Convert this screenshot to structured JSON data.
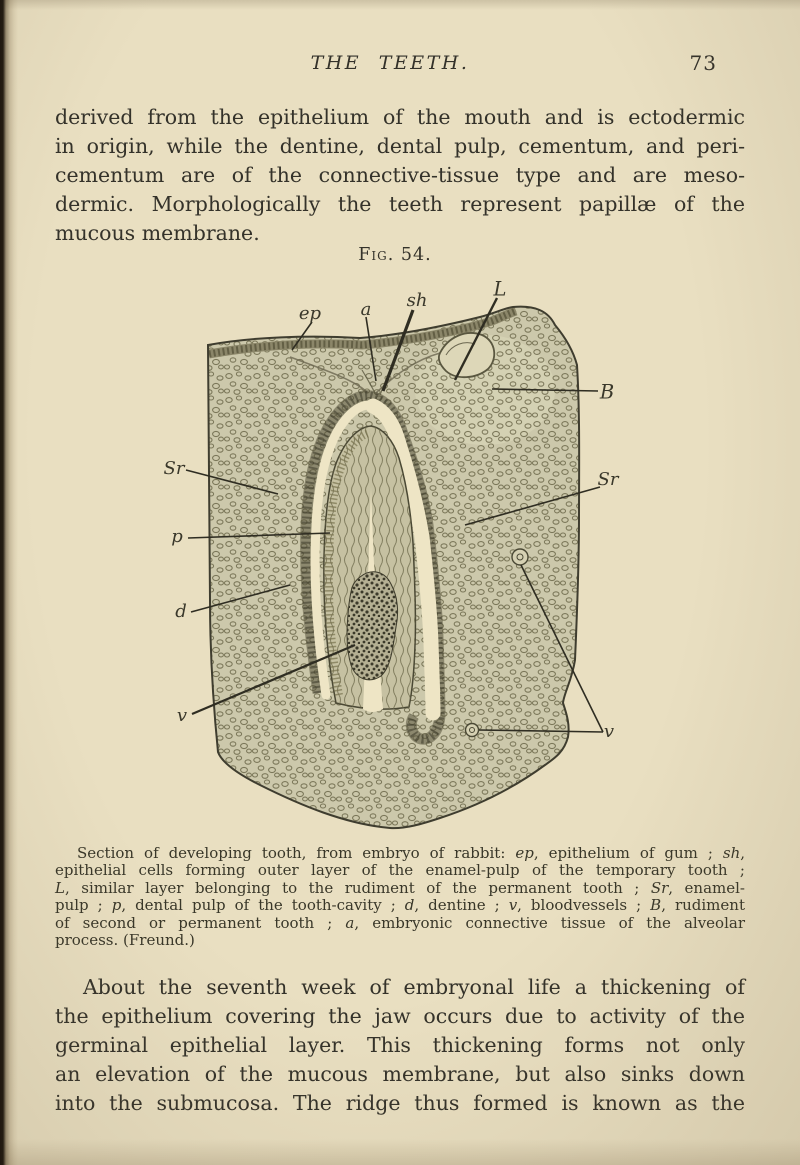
{
  "page": {
    "header": {
      "title": "THE TEETH.",
      "page_number": "73"
    },
    "paragraph1": {
      "lines": [
        "derived from the epithelium of the mouth and is ectodermic",
        "in origin, while the dentine, dental pulp, cementum, and peri-",
        "cementum are of the connective-tissue type and are meso-",
        "dermic.  Morphologically the teeth represent papillæ of the",
        "mucous membrane."
      ]
    },
    "figure": {
      "caption_label": "Fig. 54.",
      "labels": {
        "ep": "ep",
        "a": "a",
        "sh": "sh",
        "L": "L",
        "B": "B",
        "sr_left": "Sr",
        "sr_right": "Sr",
        "p": "p",
        "d": "d",
        "v_left": "v",
        "v_right": "v"
      },
      "description_lines": [
        "Section of developing tooth, from embryo of rabbit: *ep*, epithelium of gum ; *sh*,",
        "epithelial cells forming outer layer of the enamel-pulp of the temporary tooth ;",
        "*L*, similar layer belonging to the rudiment of the permanent tooth ;  *Sr*, enamel-",
        "pulp ; *p*, dental pulp of the tooth-cavity ; *d*, dentine ; *v*, bloodvessels ; *B*, rudiment",
        "of second or permanent tooth ;  *a*, embryonic connective tissue of the alveolar",
        "process.  (Freund.)"
      ]
    },
    "paragraph2": {
      "lines": [
        "About the seventh week of embryonal life a thickening of",
        "the epithelium covering the jaw occurs due to activity of the",
        "germinal epithelial layer.  This thickening forms not only",
        "an elevation of the mucous membrane, but also sinks down",
        "into the submucosa.  The ridge thus formed is known as the"
      ]
    }
  }
}
